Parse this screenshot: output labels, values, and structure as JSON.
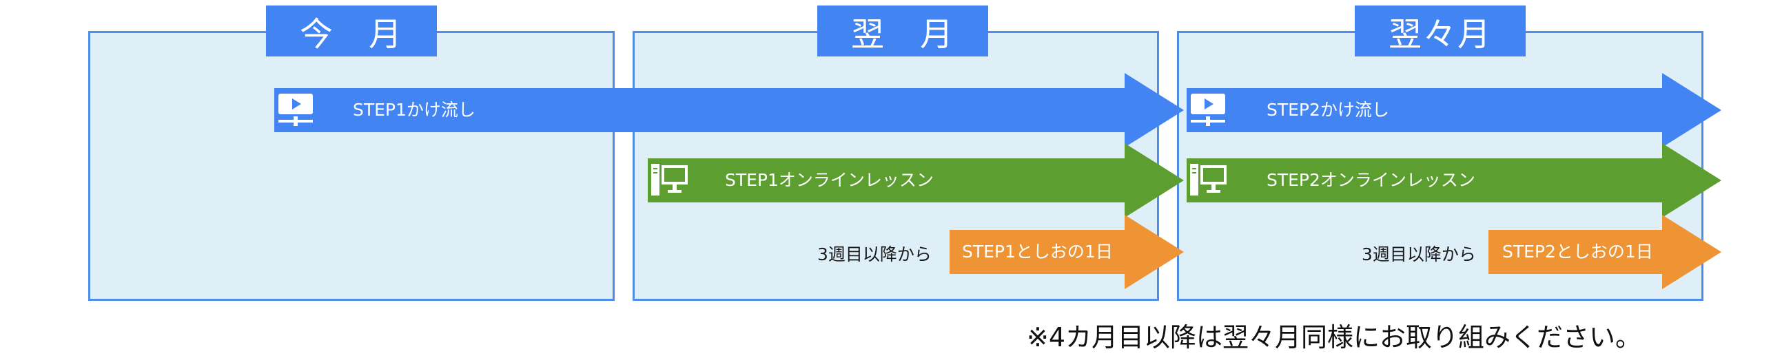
{
  "months": [
    {
      "label": "今　月"
    },
    {
      "label": "翌　月"
    },
    {
      "label": "翌々月"
    }
  ],
  "arrows": {
    "step1_stream": "STEP1かけ流し",
    "step2_stream": "STEP2かけ流し",
    "step1_online": "STEP1オンラインレッスン",
    "step2_online": "STEP2オンラインレッスン",
    "step1_day": "STEP1としおの1日",
    "step2_day": "STEP2としおの1日"
  },
  "from_week3_label": "3週目以降から",
  "note": "※4カ月目以降は翌々月同様にお取り組みください。",
  "colors": {
    "panel_bg": "#deeff8",
    "panel_border": "#4f8ee6",
    "blue": "#4285f2",
    "green": "#5c9e2f",
    "orange": "#ee9434"
  },
  "icons": {
    "stream": "video-player-icon",
    "online": "desktop-computer-icon"
  }
}
